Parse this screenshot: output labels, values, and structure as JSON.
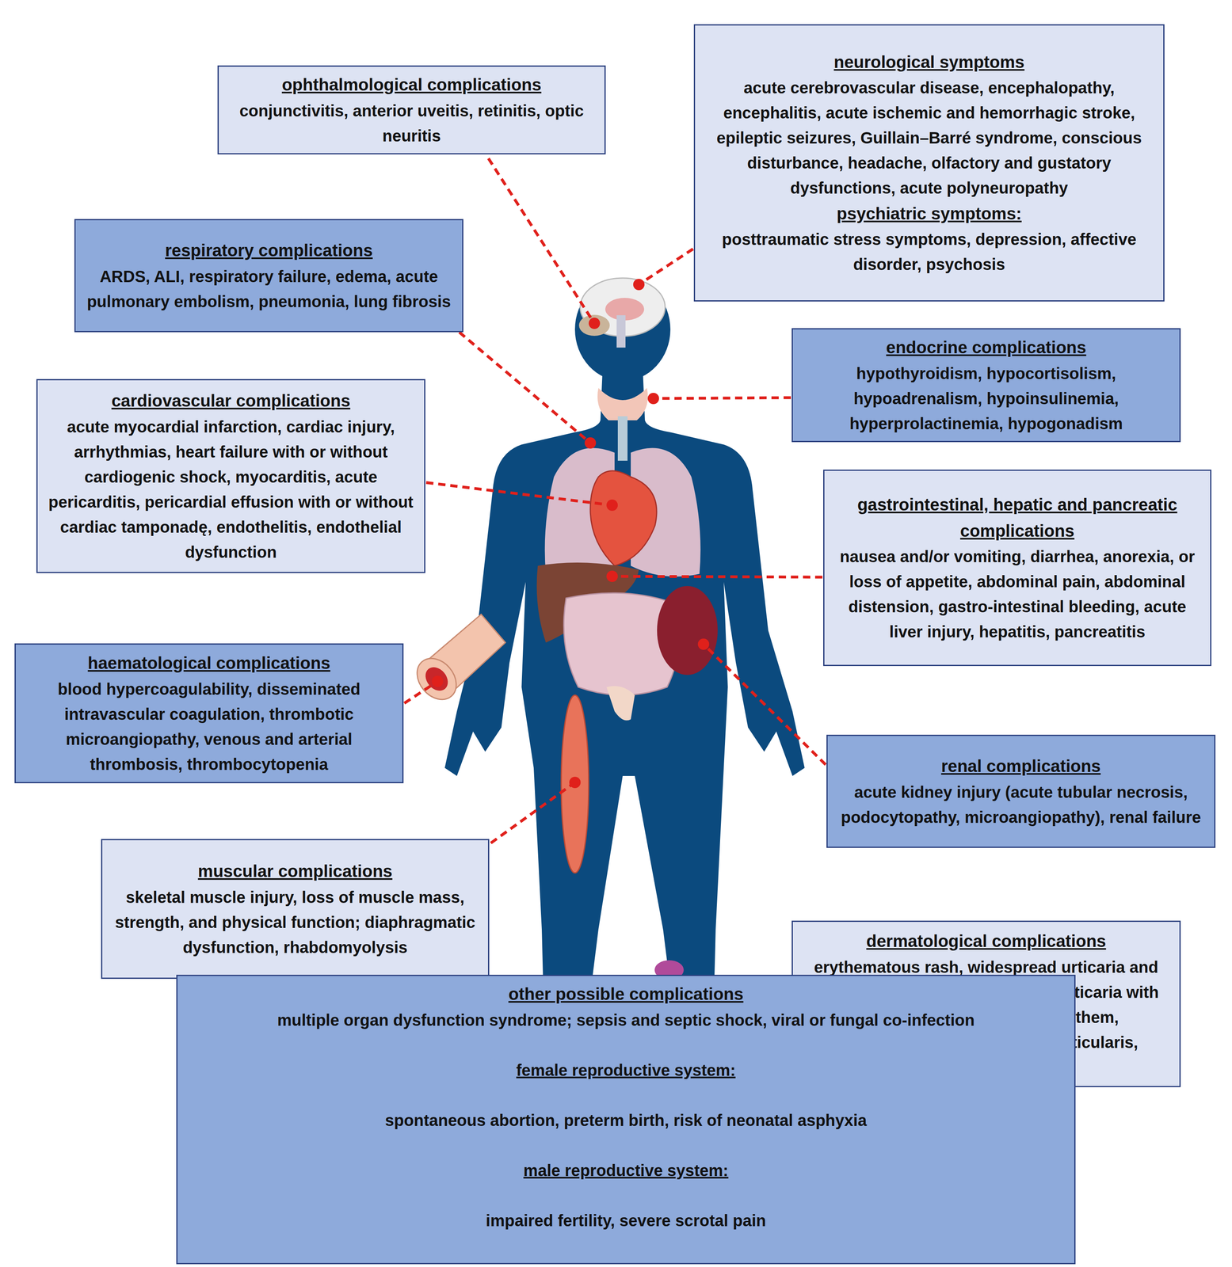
{
  "diagram": {
    "nodes": [
      {
        "text": [
          "ophthalmological complications",
          "conjunctivitis, anterior uveitis, retinitis, optic neuritis"
        ]
      },
      {
        "text": [
          "neurological symptoms",
          "acute cerebrovascular disease, encephalopathy, encephalitis, acute ischemic and hemorrhagic stroke, epileptic seizures, Guillain–Barré syndrome, conscious disturbance, headache, olfactory and gustatory dysfunctions, acute polyneuropathy",
          "psychiatric symptoms:",
          "posttraumatic stress symptoms, depression, affective disorder, psychosis"
        ]
      },
      {
        "text": [
          "respiratory complications",
          "ARDS, ALI, respiratory failure, edema, acute pulmonary embolism, pneumonia, lung fibrosis"
        ]
      },
      {
        "text": [
          "endocrine complications",
          "hypothyroidism, hypocortisolism, hypoadrenalism, hypoinsulinemia, hyperprolactinemia, hypogonadism"
        ]
      },
      {
        "text": [
          "cardiovascular complications",
          "acute myocardial infarction, cardiac injury, arrhythmias, heart failure with or without cardiogenic shock, myocarditis, acute pericarditis, pericardial effusion with or without cardiac tamponadę, endothelitis, endothelial dysfunction"
        ]
      },
      {
        "text": [
          "gastrointestinal, hepatic and pancreatic complications",
          "nausea and/or vomiting, diarrhea, anorexia, or loss of appetite, abdominal pain, abdominal distension, gastro-intestinal bleeding, acute liver injury, hepatitis, pancreatitis"
        ]
      },
      {
        "text": [
          "haematological complications",
          "blood hypercoagulability, disseminated intravascular coagulation, thrombotic microangiopathy, venous and arterial thrombosis, thrombocytopenia"
        ]
      },
      {
        "text": [
          "renal complications",
          "acute kidney injury (acute tubular necrosis, podocytopathy, microangiopathy), renal failure"
        ]
      },
      {
        "text": [
          "muscular complications",
          "skeletal muscle injury, loss of muscle mass, strength, and physical function; diaphragmatic dysfunction, rhabdomyolysis"
        ]
      },
      {
        "text": [
          "dermatological complications",
          "erythematous rash, widespread urticaria and chickenpox-like vesicles, acute urticaria with pyrexia, maculopapular exanthem, papulovesicular rash, livedo reticularis, petechiae"
        ]
      },
      {
        "text": [
          "other possible complications",
          "multiple organ dysfunction syndrome; sepsis and septic shock, viral or fungal co-infection",
          "female reproductive system:",
          "spontaneous abortion, preterm birth, risk of neonatal asphyxia",
          "male reproductive system:",
          "impaired fertility, severe scrotal pain"
        ]
      }
    ]
  }
}
